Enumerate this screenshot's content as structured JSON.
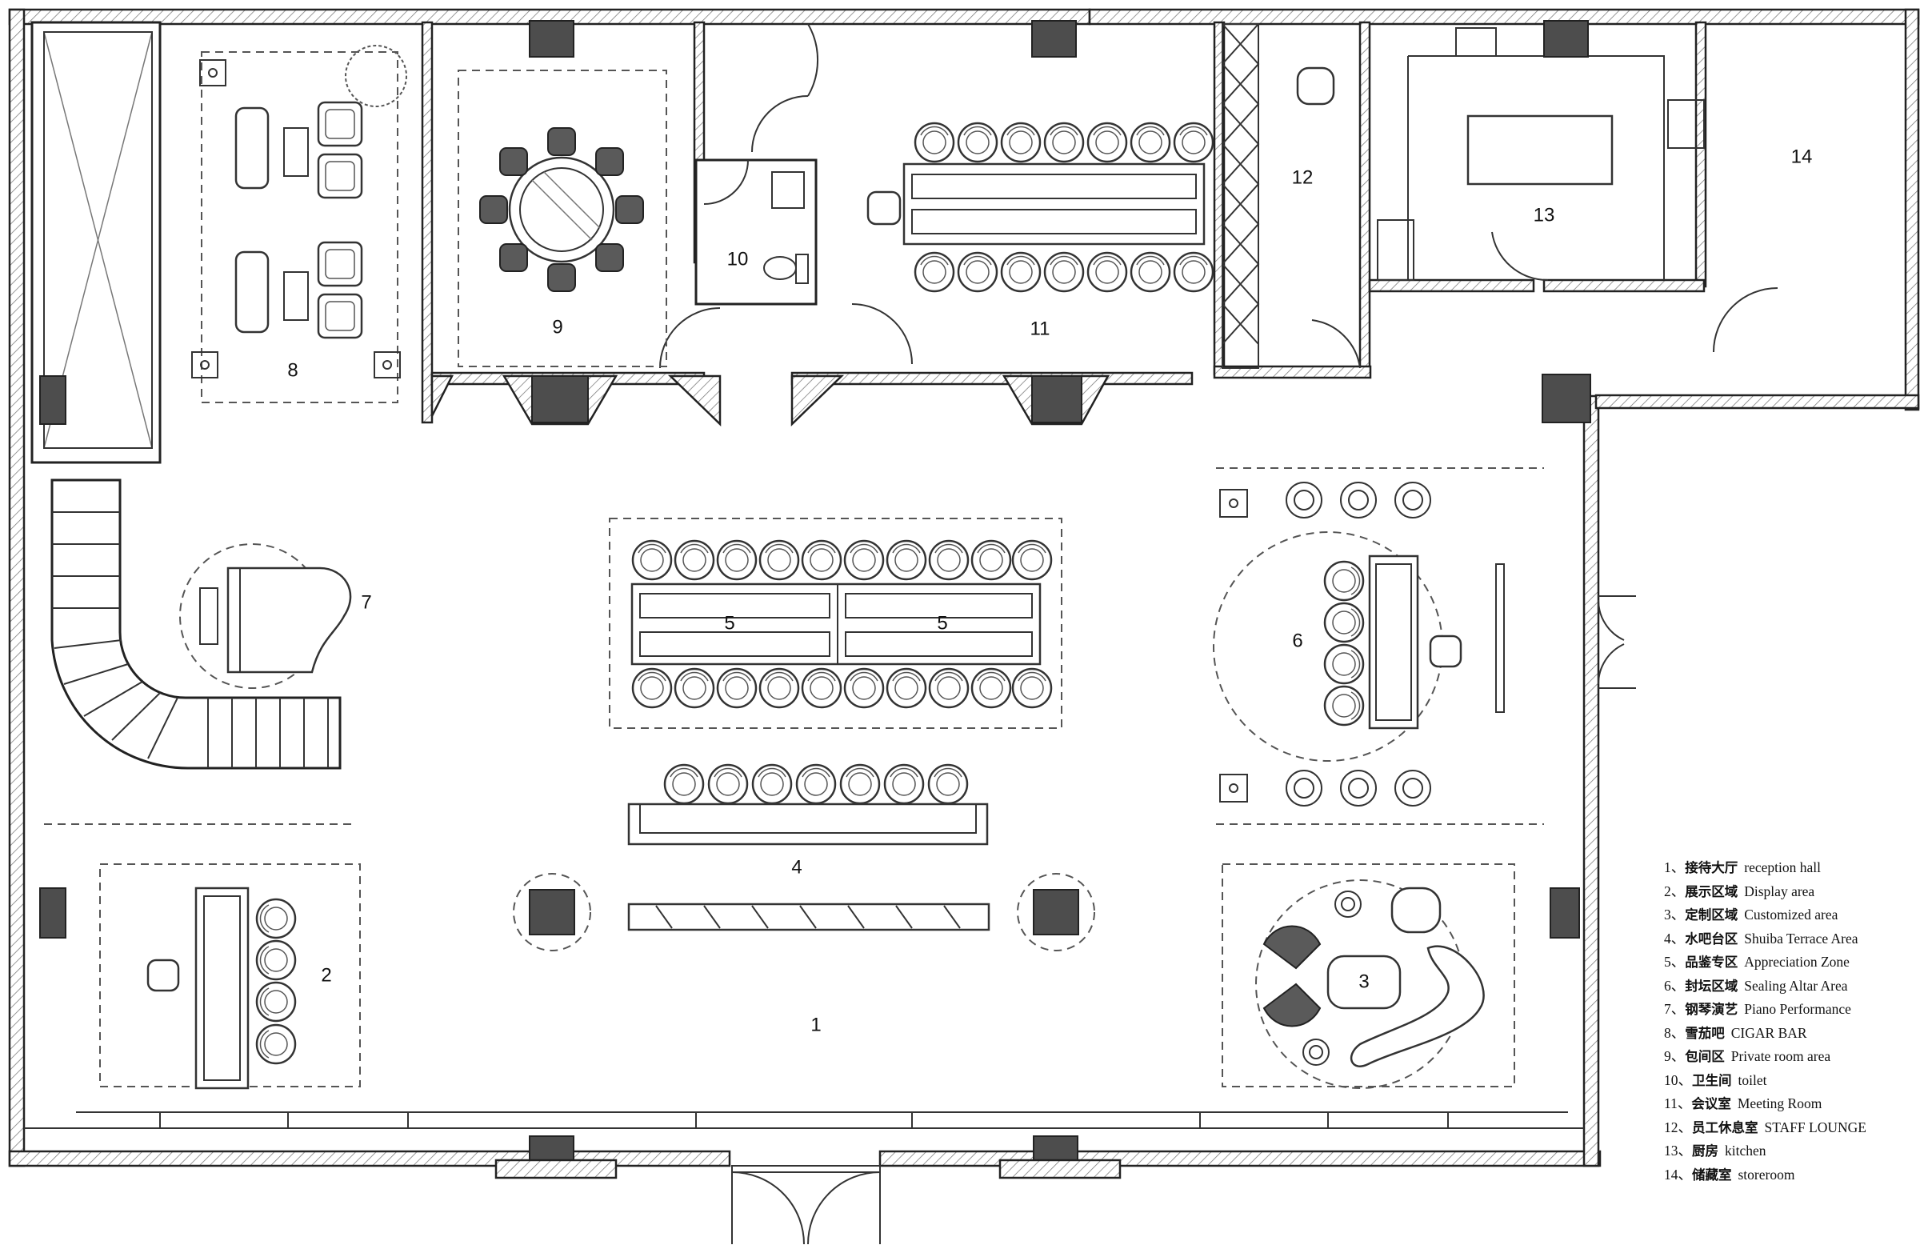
{
  "rooms": [
    {
      "id": "1",
      "label": "1"
    },
    {
      "id": "2",
      "label": "2"
    },
    {
      "id": "3",
      "label": "3"
    },
    {
      "id": "4",
      "label": "4"
    },
    {
      "id": "5a",
      "label": "5"
    },
    {
      "id": "5b",
      "label": "5"
    },
    {
      "id": "6",
      "label": "6"
    },
    {
      "id": "7",
      "label": "7"
    },
    {
      "id": "8",
      "label": "8"
    },
    {
      "id": "9",
      "label": "9"
    },
    {
      "id": "10",
      "label": "10"
    },
    {
      "id": "11",
      "label": "11"
    },
    {
      "id": "12",
      "label": "12"
    },
    {
      "id": "13",
      "label": "13"
    },
    {
      "id": "14",
      "label": "14"
    }
  ],
  "legend": [
    {
      "num": "1、",
      "zh": "接待大厅",
      "en": "reception hall"
    },
    {
      "num": "2、",
      "zh": "展示区域",
      "en": "Display area"
    },
    {
      "num": "3、",
      "zh": "定制区域",
      "en": "Customized area"
    },
    {
      "num": "4、",
      "zh": "水吧台区",
      "en": "Shuiba Terrace Area"
    },
    {
      "num": "5、",
      "zh": "品鉴专区",
      "en": "Appreciation Zone"
    },
    {
      "num": "6、",
      "zh": "封坛区域",
      "en": "Sealing Altar Area"
    },
    {
      "num": "7、",
      "zh": "钢琴演艺",
      "en": "Piano Performance"
    },
    {
      "num": "8、",
      "zh": "雪茄吧",
      "en": "CIGAR BAR"
    },
    {
      "num": "9、",
      "zh": "包间区",
      "en": "Private room area"
    },
    {
      "num": "10、",
      "zh": "卫生间",
      "en": "toilet"
    },
    {
      "num": "11、",
      "zh": "会议室",
      "en": "Meeting Room"
    },
    {
      "num": "12、",
      "zh": "员工休息室",
      "en": "STAFF LOUNGE"
    },
    {
      "num": "13、",
      "zh": "厨房",
      "en": "kitchen"
    },
    {
      "num": "14、",
      "zh": "储藏室",
      "en": "storeroom"
    }
  ]
}
